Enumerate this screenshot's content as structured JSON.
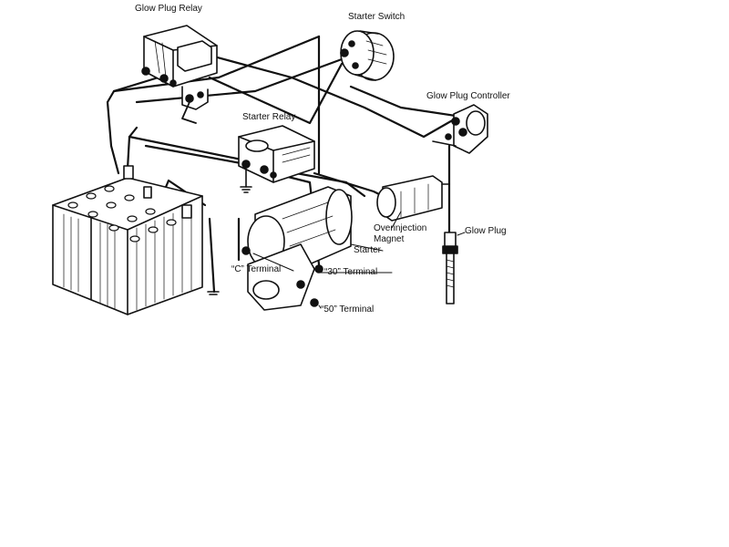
{
  "labels": {
    "glow_plug_relay": "Glow Plug Relay",
    "starter_switch": "Starter Switch",
    "glow_plug_controller": "Glow Plug Controller",
    "starter_relay": "Starter Relay",
    "overinjection_magnet_line1": "Overinjection",
    "overinjection_magnet_line2": "Magnet",
    "glow_plug": "Glow Plug",
    "starter": "Starter",
    "c_terminal": "“C” Terminal",
    "terminal_30": "“30” Terminal",
    "terminal_50": "“50” Terminal"
  },
  "colors": {
    "line": "#111111",
    "background": "#ffffff"
  }
}
